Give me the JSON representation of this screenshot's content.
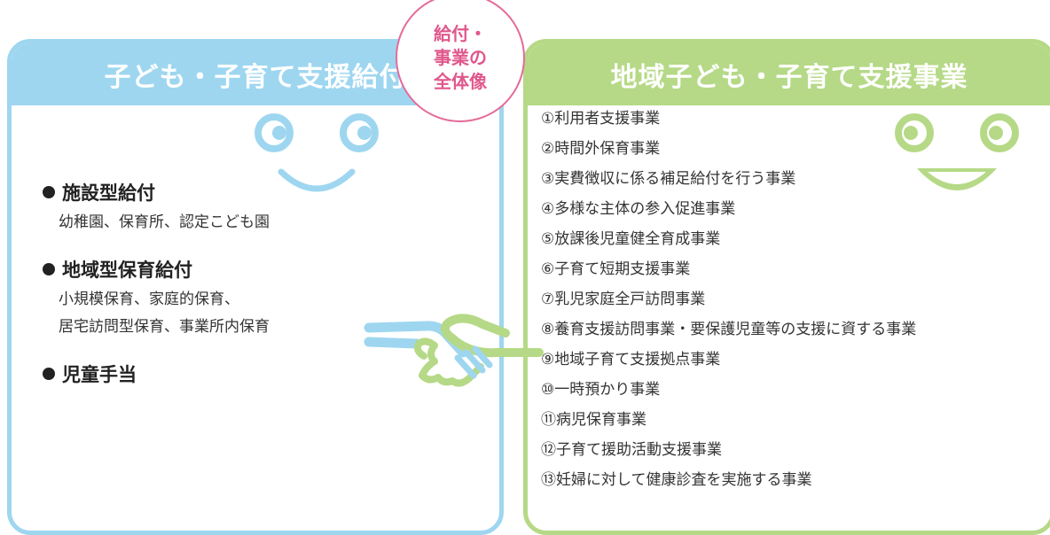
{
  "left_panel": {
    "title": "子ども・子育て支援給付",
    "items": [
      {
        "title": "施設型給付",
        "desc": [
          "幼稚園、保育所、認定こども園"
        ]
      },
      {
        "title": "地域型保育給付",
        "desc": [
          "小規模保育、家庭的保育、",
          "居宅訪問型保育、事業所内保育"
        ]
      },
      {
        "title": "児童手当",
        "desc": []
      }
    ]
  },
  "center": {
    "lines": [
      "給付・",
      "事業の",
      "全体像"
    ]
  },
  "right_panel": {
    "title": "地域子ども・子育て支援事業",
    "items": [
      "①利用者支援事業",
      "②時間外保育事業",
      "③実費徴収に係る補足給付を行う事業",
      "④多様な主体の参入促進事業",
      "⑤放課後児童健全育成事業",
      "⑥子育て短期支援事業",
      "⑦乳児家庭全戸訪問事業",
      "⑧養育支援訪問事業・要保護児童等の支援に資する事業",
      "⑨地域子育て支援拠点事業",
      "⑩一時預かり事業",
      "⑪病児保育事業",
      "⑫子育て援助活動支援事業",
      "⑬妊婦に対して健康診査を実施する事業"
    ]
  },
  "colors": {
    "left_accent": "#9ed6f0",
    "right_accent": "#b5d986",
    "center_accent": "#e0588c"
  },
  "icons": {
    "left_face": "smiley-face-icon",
    "right_face": "grinning-face-icon",
    "handshake": "handshake-icon"
  }
}
